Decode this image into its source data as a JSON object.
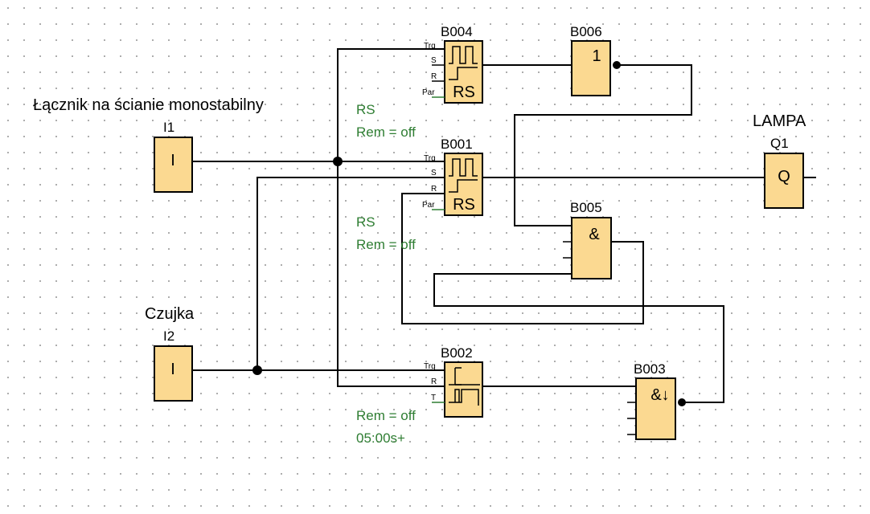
{
  "colors": {
    "block_fill": "#fbd991",
    "param_text": "#2e7d32",
    "wire": "#000000"
  },
  "labels": {
    "switch": "Łącznik na ścianie monostabilny",
    "sensor": "Czujka",
    "lamp": "LAMPA"
  },
  "inputs": [
    {
      "id": "I1",
      "symbol": "I"
    },
    {
      "id": "I2",
      "symbol": "I"
    }
  ],
  "output": {
    "id": "Q1",
    "symbol": "Q"
  },
  "blocks": {
    "b004": {
      "name": "B004",
      "pins": [
        "Trg",
        "S",
        "R",
        "Par"
      ],
      "symbol": "RS"
    },
    "b001": {
      "name": "B001",
      "pins": [
        "Trg",
        "S",
        "R",
        "Par"
      ],
      "symbol": "RS"
    },
    "b002": {
      "name": "B002",
      "pins": [
        "Trg",
        "R",
        "T"
      ]
    },
    "b006": {
      "name": "B006",
      "symbol": "1"
    },
    "b005": {
      "name": "B005",
      "symbol": "&"
    },
    "b003": {
      "name": "B003",
      "symbol": "&↓"
    }
  },
  "params": {
    "b004": [
      "RS",
      "Rem = off"
    ],
    "b001": [
      "RS",
      "Rem = off"
    ],
    "b002": [
      "Rem = off",
      "05:00s+"
    ]
  }
}
